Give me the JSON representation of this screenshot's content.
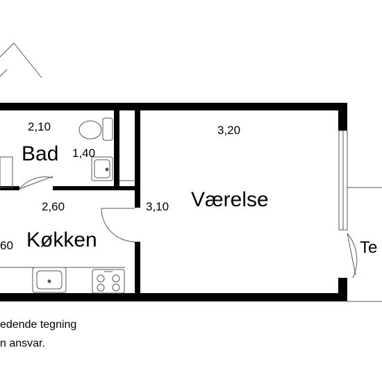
{
  "rooms": {
    "bad": {
      "label": "Bad",
      "width": "2,10",
      "depth": "1,40"
    },
    "kokken": {
      "label": "Køkken",
      "width": "2,60",
      "depth_partial": "60"
    },
    "vaerelse": {
      "label": "Værelse",
      "width": "3,20",
      "depth": "3,10"
    },
    "terrace_partial": "Te"
  },
  "disclaimer": {
    "line1": "edende tegning",
    "line2": "n ansvar."
  },
  "colors": {
    "wall": "#000000",
    "line": "#555555",
    "background": "#ffffff"
  }
}
